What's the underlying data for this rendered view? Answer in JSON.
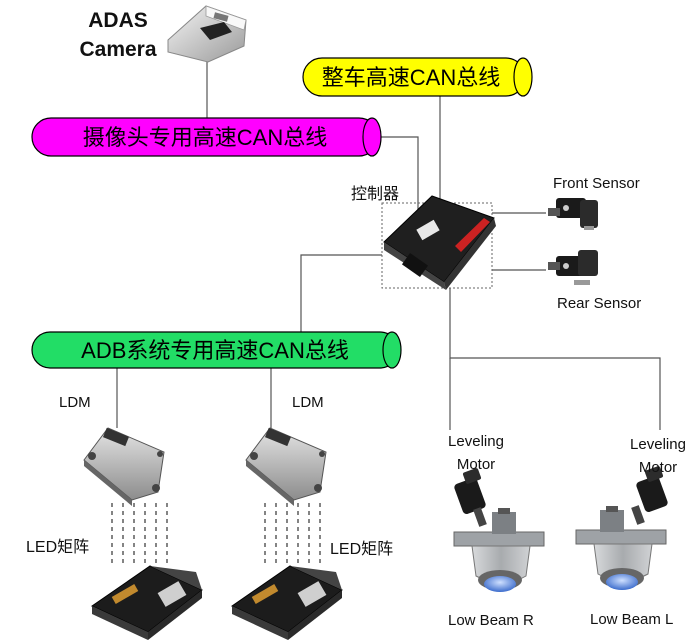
{
  "labels": {
    "adas_camera": [
      "ADAS",
      "Camera"
    ],
    "controller": "控制器",
    "front_sensor": "Front Sensor",
    "rear_sensor": "Rear Sensor",
    "ldm_left": "LDM",
    "ldm_right": "LDM",
    "led_matrix_left": "LED矩阵",
    "led_matrix_right": "LED矩阵",
    "leveling_motor_left": [
      "Leveling",
      "Motor"
    ],
    "leveling_motor_right": [
      "Leveling",
      "Motor"
    ],
    "low_beam_r": "Low Beam R",
    "low_beam_l": "Low Beam L"
  },
  "buses": {
    "vehicle_can": {
      "text": "整车高速CAN总线",
      "color": "#ffff00"
    },
    "camera_can": {
      "text": "摄像头专用高速CAN总线",
      "color": "#ff00ff"
    },
    "adb_can": {
      "text": "ADB系统专用高速CAN总线",
      "color": "#22dd66"
    }
  },
  "colors": {
    "wire": "#555555",
    "device_dark": "#1a1a1a",
    "housing_grey": "#b8bcc0",
    "lens_blue": "#4a7bd0"
  }
}
